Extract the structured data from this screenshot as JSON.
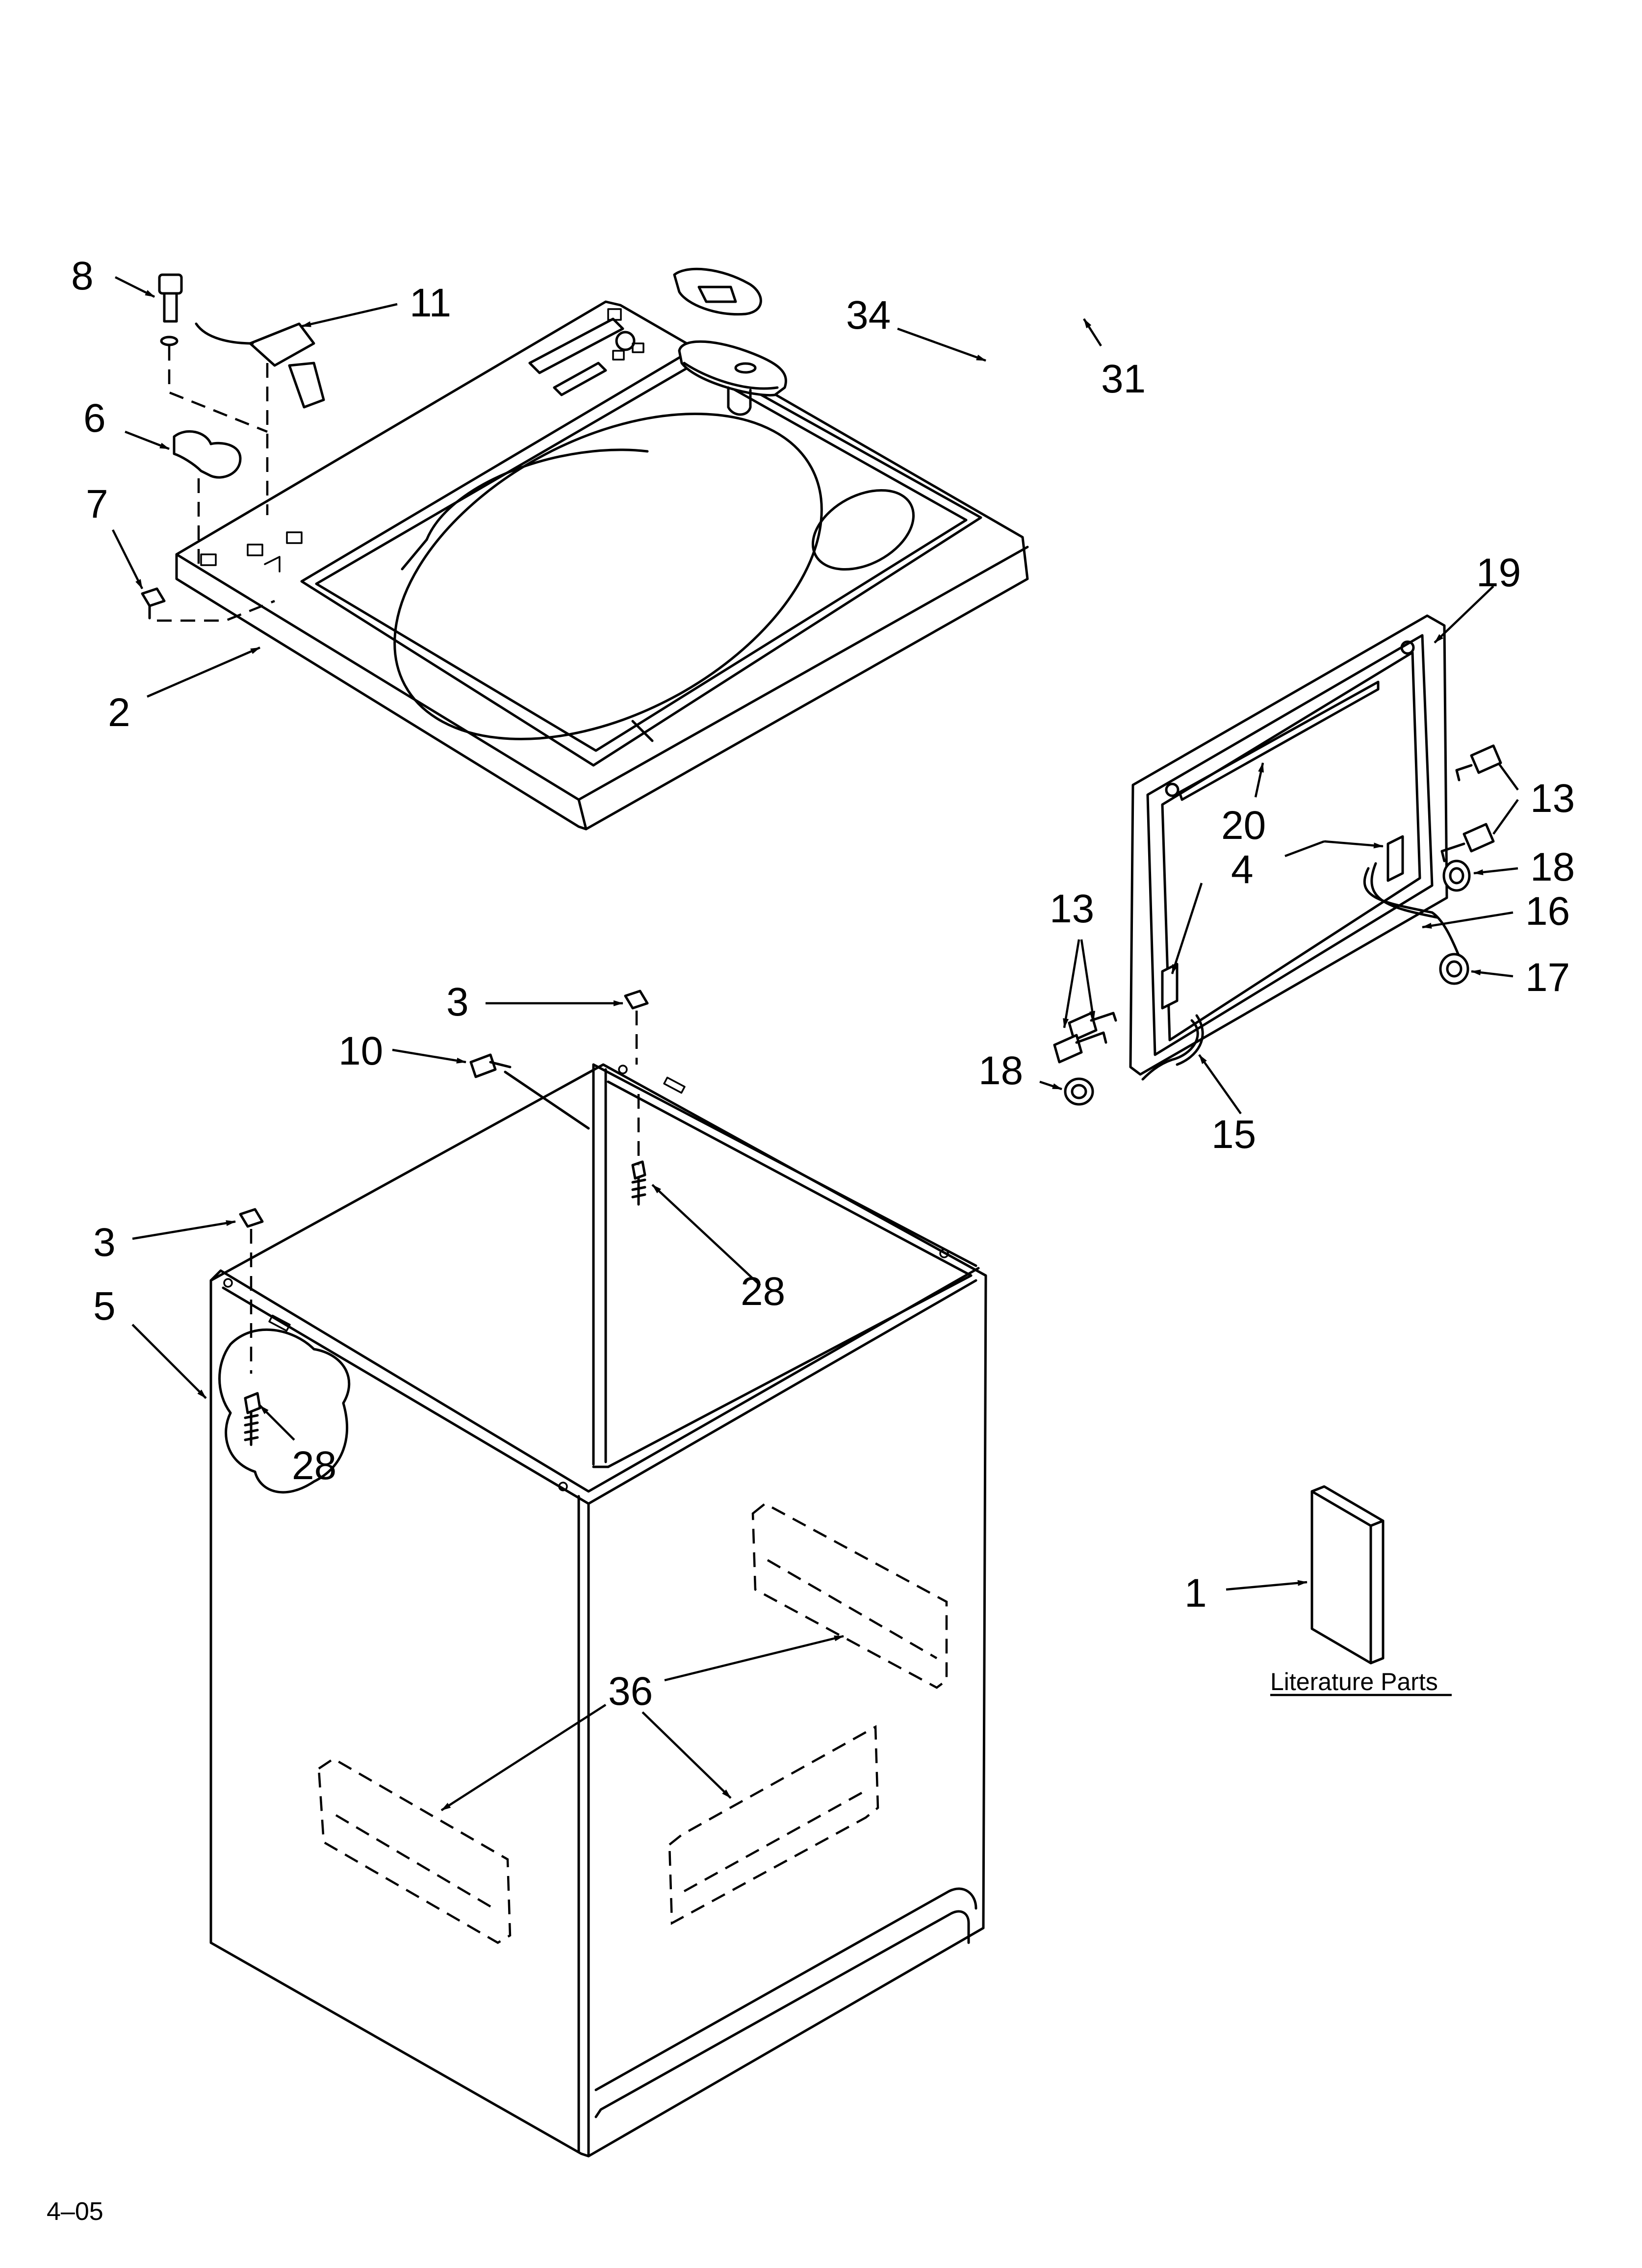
{
  "callouts": {
    "c8": "8",
    "c11": "11",
    "c34": "34",
    "c31": "31",
    "c6": "6",
    "c7": "7",
    "c2": "2",
    "c19": "19",
    "c20": "20",
    "c13a": "13",
    "c13b": "13",
    "c4": "4",
    "c18a": "18",
    "c18b": "18",
    "c16": "16",
    "c17": "17",
    "c15": "15",
    "c3a": "3",
    "c10": "10",
    "c28a": "28",
    "c3b": "3",
    "c5": "5",
    "c28b": "28",
    "c36": "36",
    "c1": "1"
  },
  "literature_label": "Literature Parts",
  "page_code": "4–05"
}
